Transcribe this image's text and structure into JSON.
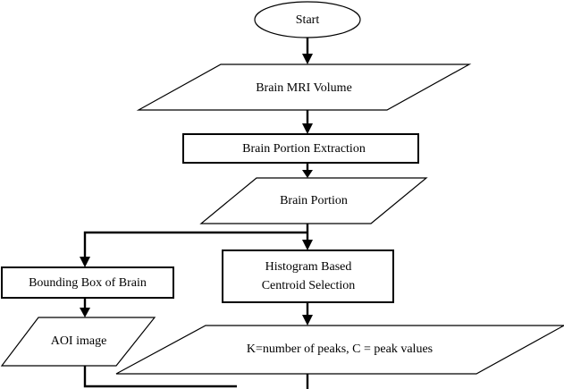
{
  "diagram": {
    "type": "flowchart",
    "nodes": [
      {
        "id": "start",
        "shape": "terminator",
        "label": "Start"
      },
      {
        "id": "mri",
        "shape": "data",
        "label": "Brain MRI Volume"
      },
      {
        "id": "extract",
        "shape": "process",
        "label": "Brain Portion Extraction"
      },
      {
        "id": "portion",
        "shape": "data",
        "label": "Brain Portion"
      },
      {
        "id": "bbox",
        "shape": "process",
        "label": "Bounding Box of Brain"
      },
      {
        "id": "aoi",
        "shape": "data",
        "label": "AOI image"
      },
      {
        "id": "histogram",
        "shape": "process",
        "label_lines": [
          "Histogram Based",
          "Centroid Selection"
        ]
      },
      {
        "id": "peaks",
        "shape": "data",
        "label": "K=number of peaks, C = peak values"
      }
    ],
    "edges": [
      {
        "from": "start",
        "to": "mri"
      },
      {
        "from": "mri",
        "to": "extract"
      },
      {
        "from": "extract",
        "to": "portion"
      },
      {
        "from": "portion",
        "to": "bbox"
      },
      {
        "from": "portion",
        "to": "histogram"
      },
      {
        "from": "bbox",
        "to": "aoi"
      },
      {
        "from": "histogram",
        "to": "peaks"
      },
      {
        "from": "aoi",
        "to": "continues-below"
      },
      {
        "from": "peaks",
        "to": "continues-below"
      }
    ]
  },
  "colors": {
    "stroke": "#000000",
    "fill": "#ffffff",
    "background": "#ffffff"
  }
}
